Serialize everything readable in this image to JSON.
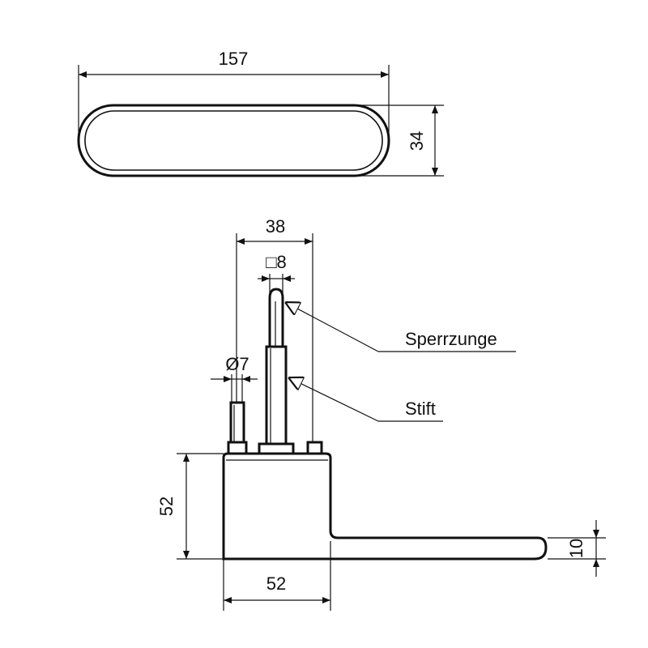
{
  "top_view": {
    "width_label": "157",
    "height_label": "34"
  },
  "side_view": {
    "spacing_label": "38",
    "square_label": "□8",
    "pin_diameter_label": "Ø7",
    "base_height_label": "52",
    "base_width_label": "52",
    "plate_thickness_label": "10",
    "callout_sperrzunge": "Sperrzunge",
    "callout_stift": "Stift"
  }
}
